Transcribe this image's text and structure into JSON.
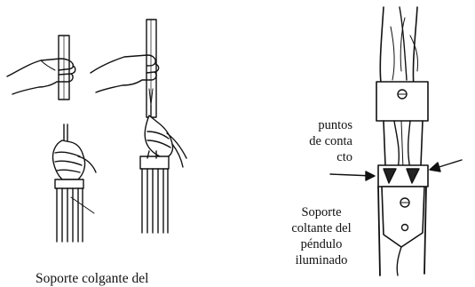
{
  "labels": {
    "contact_points": [
      "puntos",
      "de conta",
      "cto"
    ],
    "support": [
      "Soporte",
      "coltante del",
      "péndulo",
      "iluminado"
    ],
    "caption": "Soporte colgante del"
  }
}
